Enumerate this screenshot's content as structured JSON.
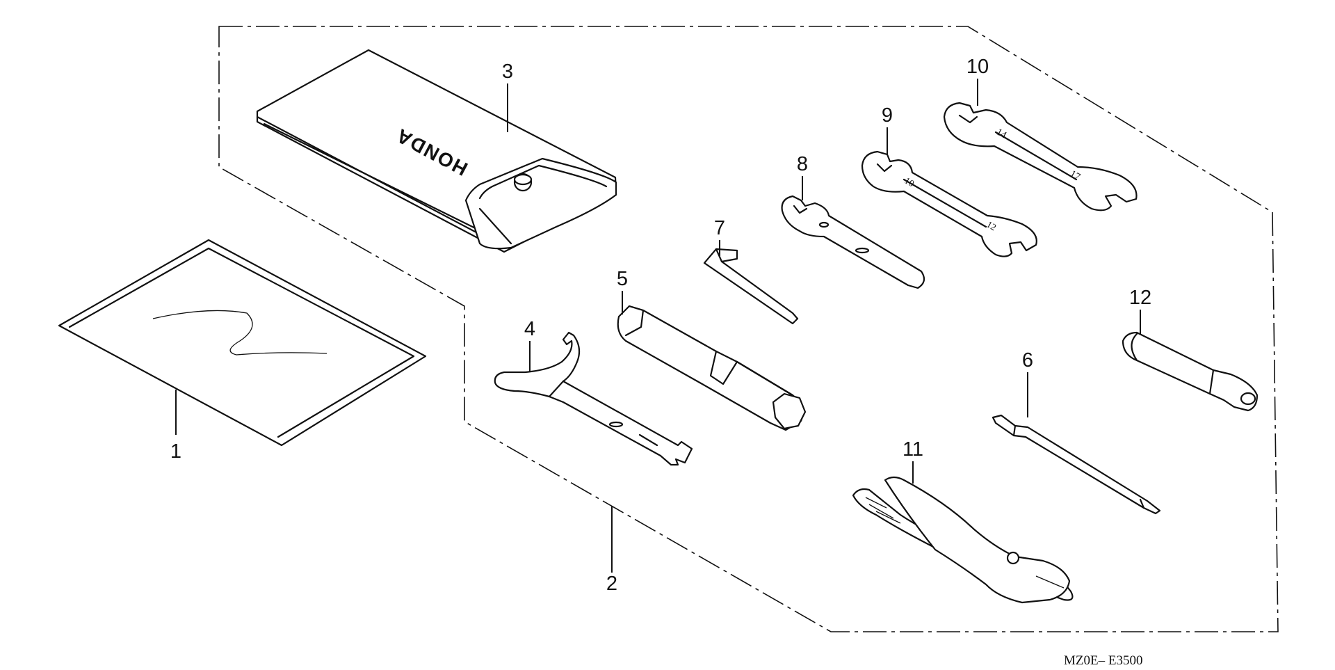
{
  "diagram": {
    "brand_text": "HONDA",
    "drawing_code": "MZ0E– E3500",
    "parts": [
      {
        "id": "1",
        "label": "1",
        "icon": "owners-manual-icon"
      },
      {
        "id": "2",
        "label": "2",
        "icon": "tool-set-outline-icon"
      },
      {
        "id": "3",
        "label": "3",
        "icon": "tool-bag-icon"
      },
      {
        "id": "4",
        "label": "4",
        "icon": "pin-spanner-icon"
      },
      {
        "id": "5",
        "label": "5",
        "icon": "spark-plug-wrench-icon"
      },
      {
        "id": "6",
        "label": "6",
        "icon": "screwdriver-blade-icon"
      },
      {
        "id": "7",
        "label": "7",
        "icon": "hex-key-icon"
      },
      {
        "id": "8",
        "label": "8",
        "icon": "open-end-wrench-small-icon"
      },
      {
        "id": "9",
        "label": "9",
        "icon": "open-end-wrench-medium-icon"
      },
      {
        "id": "10",
        "label": "10",
        "icon": "open-end-wrench-large-icon"
      },
      {
        "id": "11",
        "label": "11",
        "icon": "pliers-icon"
      },
      {
        "id": "12",
        "label": "12",
        "icon": "screwdriver-handle-icon"
      }
    ],
    "colors": {
      "ink": "#111111",
      "paper": "#ffffff"
    }
  }
}
